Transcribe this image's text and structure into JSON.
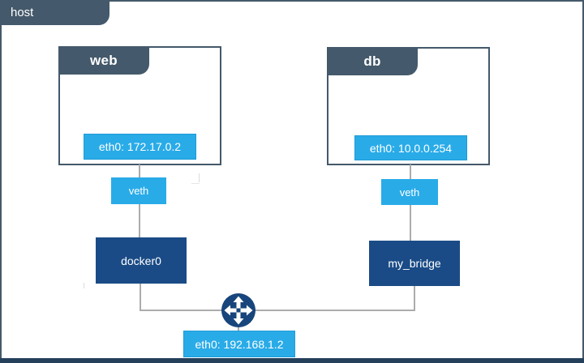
{
  "host": {
    "label": "host",
    "interface_label": "eth0: 192.168.1.2"
  },
  "containers": [
    {
      "title": "web",
      "interface_label": "eth0: 172.17.0.2",
      "veth_label": "veth",
      "bridge_label": "docker0"
    },
    {
      "title": "db",
      "interface_label": "eth0: 10.0.0.254",
      "veth_label": "veth",
      "bridge_label": "my_bridge"
    }
  ],
  "icons": {
    "router": "cross-arrows-icon"
  },
  "colors": {
    "slate": "#44596B",
    "bright_blue": "#29ABE8",
    "navy": "#1A4B86",
    "line_gray": "#ACACAC",
    "bottom_bar": "#24405B"
  }
}
